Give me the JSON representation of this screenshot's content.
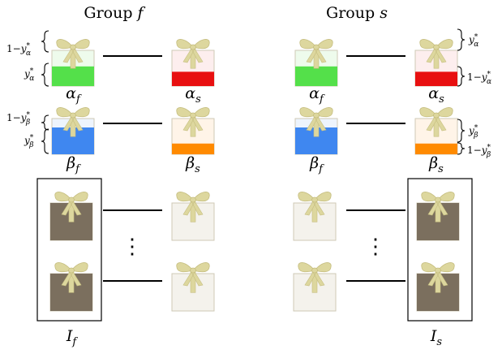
{
  "headers": {
    "left": {
      "prefix": "Group ",
      "var": "f"
    },
    "right": {
      "prefix": "Group ",
      "var": "s"
    }
  },
  "labels": {
    "alpha_f": {
      "sym": "α",
      "sub": "f"
    },
    "alpha_s": {
      "sym": "α",
      "sub": "s"
    },
    "beta_f": {
      "sym": "β",
      "sub": "f"
    },
    "beta_s": {
      "sym": "β",
      "sub": "s"
    },
    "I_f": {
      "sym": "I",
      "sub": "f"
    },
    "I_s": {
      "sym": "I",
      "sub": "s"
    }
  },
  "brace_labels": {
    "one_minus": "1−",
    "y": "y",
    "star": "*",
    "alpha_sub": "α",
    "beta_sub": "β"
  },
  "dots": "⋮",
  "gifts": {
    "alpha": {
      "fill_f": 0.55,
      "fill_s": 0.4,
      "color_f": "#54e04a",
      "color_s": "#e81010",
      "light_f": "#eefbec",
      "light_s": "#fdeeee"
    },
    "beta": {
      "fill_f": 0.75,
      "fill_s": 0.3,
      "color_f": "#3f87f0",
      "color_s": "#ff8a00",
      "light_f": "#edf4fd",
      "light_s": "#fff4e8"
    },
    "item": {
      "dark": "#7b6f5e",
      "light": "#f4f2ec"
    }
  },
  "colors": {
    "bow": "#ddd79e",
    "bow_stroke": "#c5bd7f",
    "line": "#000000",
    "box_border": "#cfc9b6"
  }
}
